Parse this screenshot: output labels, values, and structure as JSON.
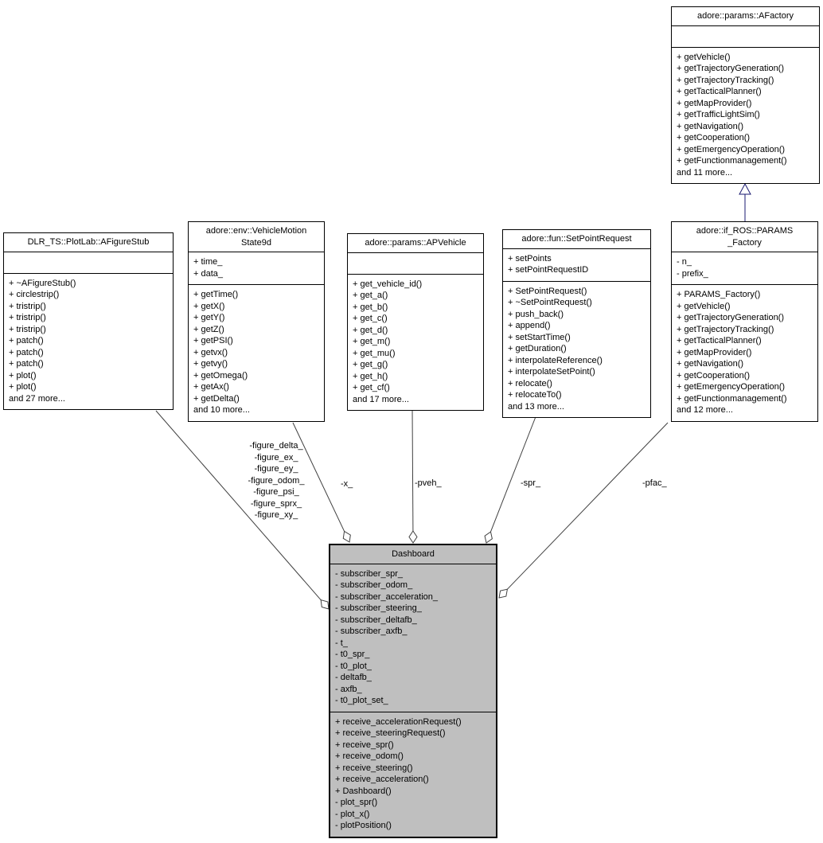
{
  "diagram": {
    "classes": [
      {
        "name": "adore::params::AFactory",
        "title_lines": [
          "adore::params::AFactory"
        ],
        "attrs": [],
        "methods": [
          "+ getVehicle()",
          "+ getTrajectoryGeneration()",
          "+ getTrajectoryTracking()",
          "+ getTacticalPlanner()",
          "+ getMapProvider()",
          "+ getTrafficLightSim()",
          "+ getNavigation()",
          "+ getCooperation()",
          "+ getEmergencyOperation()",
          "+ getFunctionmanagement()",
          "and 11 more..."
        ]
      },
      {
        "name": "DLR_TS::PlotLab::AFigureStub",
        "title_lines": [
          "DLR_TS::PlotLab::AFigureStub"
        ],
        "attrs": [],
        "methods": [
          "+ ~AFigureStub()",
          "+ circlestrip()",
          "+ tristrip()",
          "+ tristrip()",
          "+ tristrip()",
          "+ patch()",
          "+ patch()",
          "+ patch()",
          "+ plot()",
          "+ plot()",
          "and 27 more..."
        ]
      },
      {
        "name": "adore::env::VehicleMotionState9d",
        "title_lines": [
          "adore::env::VehicleMotion",
          "State9d"
        ],
        "attrs": [
          "+ time_",
          "+ data_"
        ],
        "methods": [
          "+ getTime()",
          "+ getX()",
          "+ getY()",
          "+ getZ()",
          "+ getPSI()",
          "+ getvx()",
          "+ getvy()",
          "+ getOmega()",
          "+ getAx()",
          "+ getDelta()",
          "and 10 more..."
        ]
      },
      {
        "name": "adore::params::APVehicle",
        "title_lines": [
          "adore::params::APVehicle"
        ],
        "attrs": [],
        "methods": [
          "+ get_vehicle_id()",
          "+ get_a()",
          "+ get_b()",
          "+ get_c()",
          "+ get_d()",
          "+ get_m()",
          "+ get_mu()",
          "+ get_g()",
          "+ get_h()",
          "+ get_cf()",
          "and 17 more..."
        ]
      },
      {
        "name": "adore::fun::SetPointRequest",
        "title_lines": [
          "adore::fun::SetPointRequest"
        ],
        "attrs": [
          "+ setPoints",
          "+ setPointRequestID"
        ],
        "methods": [
          "+ SetPointRequest()",
          "+ ~SetPointRequest()",
          "+ push_back()",
          "+ append()",
          "+ setStartTime()",
          "+ getDuration()",
          "+ interpolateReference()",
          "+ interpolateSetPoint()",
          "+ relocate()",
          "+ relocateTo()",
          "and 13 more..."
        ]
      },
      {
        "name": "adore::if_ROS::PARAMS_Factory",
        "title_lines": [
          "adore::if_ROS::PARAMS",
          "_Factory"
        ],
        "attrs": [
          "- n_",
          "- prefix_"
        ],
        "methods": [
          "+ PARAMS_Factory()",
          "+ getVehicle()",
          "+ getTrajectoryGeneration()",
          "+ getTrajectoryTracking()",
          "+ getTacticalPlanner()",
          "+ getMapProvider()",
          "+ getNavigation()",
          "+ getCooperation()",
          "+ getEmergencyOperation()",
          "+ getFunctionmanagement()",
          "and 12 more..."
        ]
      },
      {
        "name": "Dashboard",
        "title_lines": [
          "Dashboard"
        ],
        "attrs": [
          "- subscriber_spr_",
          "- subscriber_odom_",
          "- subscriber_acceleration_",
          "- subscriber_steering_",
          "- subscriber_deltafb_",
          "- subscriber_axfb_",
          "- t_",
          "- t0_spr_",
          "- t0_plot_",
          "- deltafb_",
          "- axfb_",
          "- t0_plot_set_"
        ],
        "methods": [
          "+ receive_accelerationRequest()",
          "+ receive_steeringRequest()",
          "+ receive_spr()",
          "+ receive_odom()",
          "+ receive_steering()",
          "+ receive_acceleration()",
          "+ Dashboard()",
          "- plot_spr()",
          "- plot_x()",
          "- plotPosition()"
        ]
      }
    ],
    "edge_labels": {
      "figures": [
        "-figure_delta_",
        "-figure_ex_",
        "-figure_ey_",
        "-figure_odom_",
        "-figure_psi_",
        "-figure_sprx_",
        "-figure_xy_"
      ],
      "x": "-x_",
      "pveh": "-pveh_",
      "spr": "-spr_",
      "pfac": "-pfac_"
    },
    "colors": {
      "highlight_fill": "#bfbfbf",
      "box_fill": "#ffffff",
      "border": "#000000",
      "edge": "#404040",
      "inheritance": "#191970"
    }
  }
}
